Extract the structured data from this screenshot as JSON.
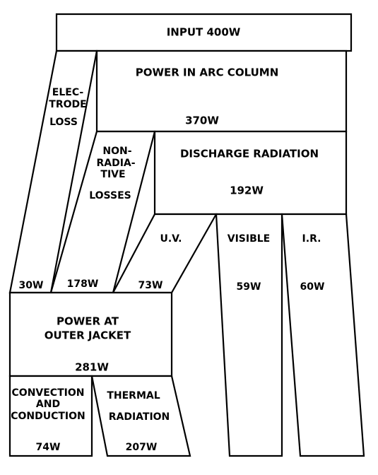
{
  "diagram": {
    "input": {
      "label": "INPUT 400W"
    },
    "arc_column": {
      "label": "POWER IN ARC COLUMN",
      "value": "370W"
    },
    "electrode_loss": {
      "line1": "ELEC-",
      "line2": "TRODE",
      "line3": "LOSS",
      "value": "30W"
    },
    "non_radiative": {
      "line1": "NON-",
      "line2": "RADIA-",
      "line3": "TIVE",
      "line4": "LOSSES",
      "value": "178W"
    },
    "discharge_radiation": {
      "label": "DISCHARGE RADIATION",
      "value": "192W"
    },
    "uv": {
      "label": "U.V.",
      "value": "73W"
    },
    "visible": {
      "label": "VISIBLE",
      "value": "59W"
    },
    "ir": {
      "label": "I.R.",
      "value": "60W"
    },
    "outer_jacket": {
      "line1": "POWER AT",
      "line2": "OUTER JACKET",
      "value": "281W"
    },
    "convection": {
      "line1": "CONVECTION",
      "line2": "AND",
      "line3": "CONDUCTION",
      "value": "74W"
    },
    "thermal_radiation": {
      "line1": "THERMAL",
      "line2": "RADIATION",
      "value": "207W"
    }
  }
}
